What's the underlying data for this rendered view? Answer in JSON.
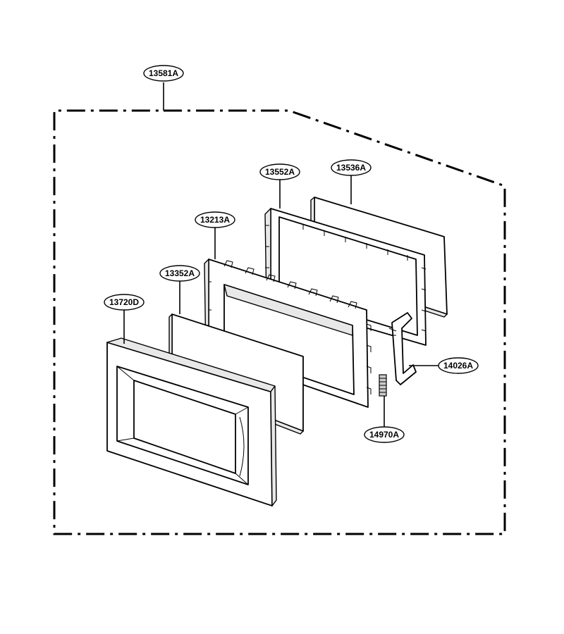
{
  "diagram": {
    "assembly_label": "13581A",
    "parts": [
      {
        "id": "13720D"
      },
      {
        "id": "13352A"
      },
      {
        "id": "13213A"
      },
      {
        "id": "13552A"
      },
      {
        "id": "13536A"
      },
      {
        "id": "14026A"
      },
      {
        "id": "14970A"
      }
    ]
  }
}
